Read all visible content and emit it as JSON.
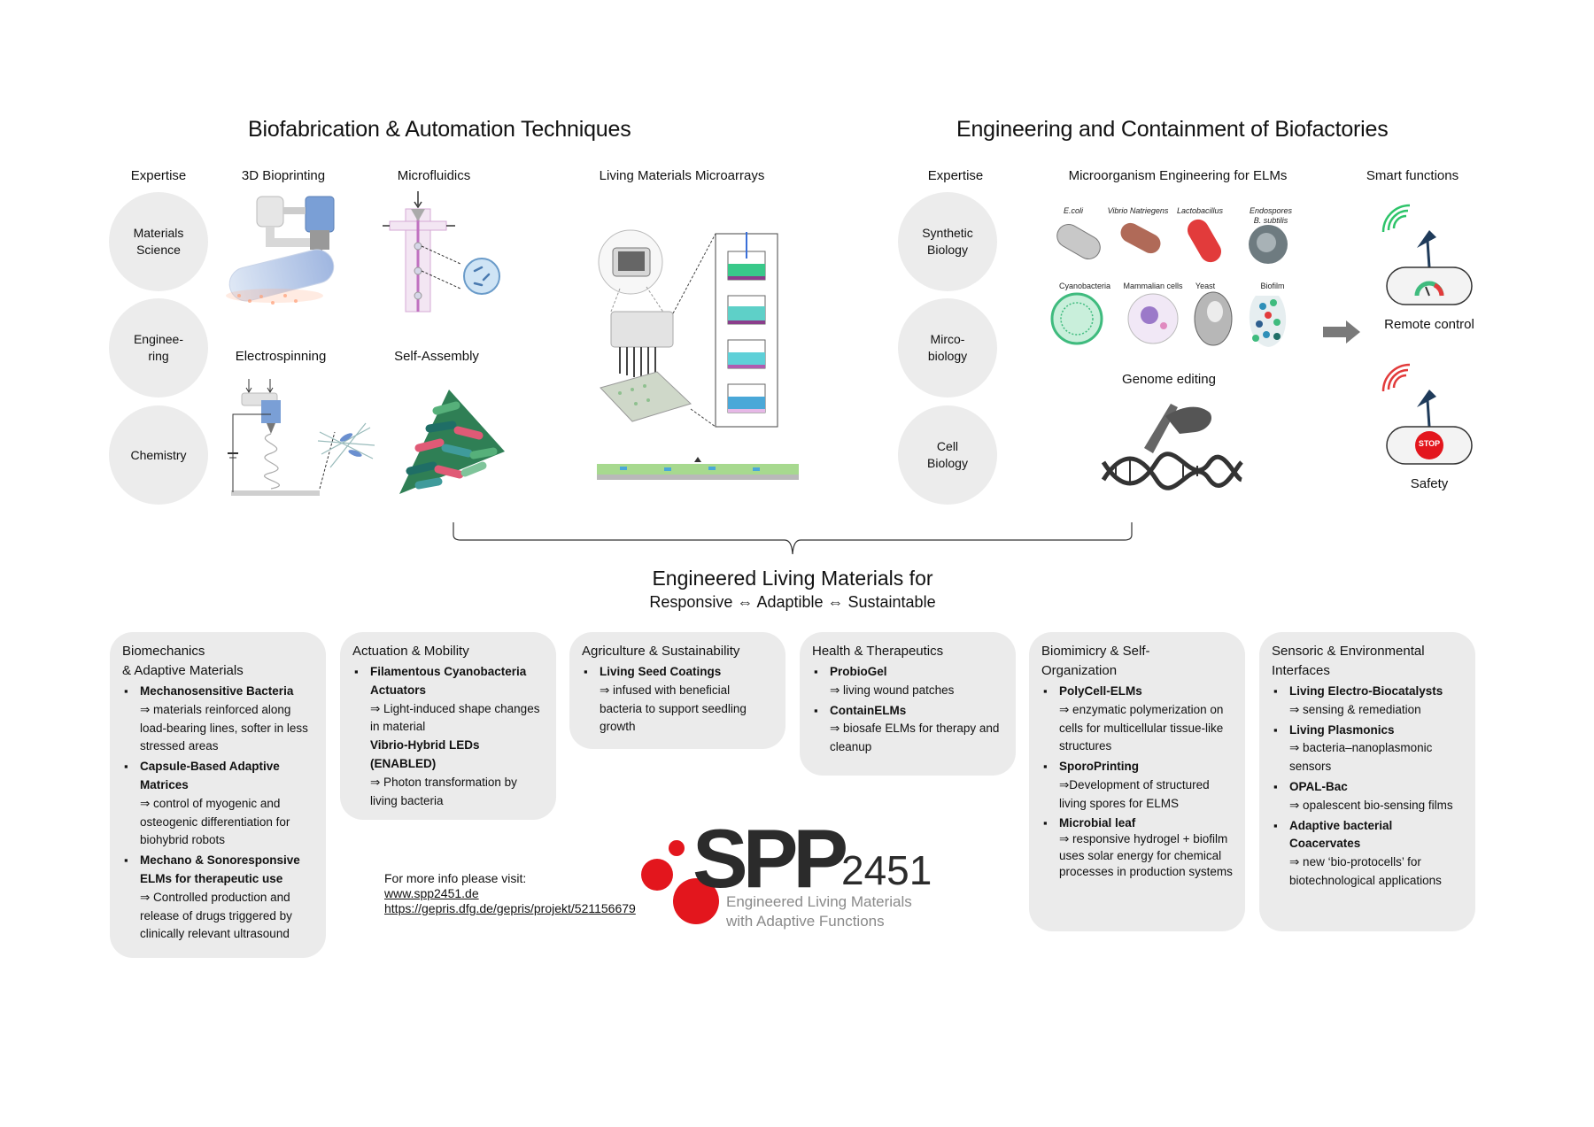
{
  "left_section": {
    "title": "Biofabrication & Automation Techniques",
    "expertise_label": "Expertise",
    "expertise": [
      "Materials\nScience",
      "Enginee-\nring",
      "Chemistry"
    ],
    "techniques": [
      "3D Bioprinting",
      "Microfluidics",
      "Electrospinning",
      "Self-Assembly",
      "Living Materials Microarrays"
    ]
  },
  "right_section": {
    "title": "Engineering and Containment of Biofactories",
    "expertise_label": "Expertise",
    "expertise": [
      "Synthetic\nBiology",
      "Mirco-\nbiology",
      "Cell\nBiology"
    ],
    "microorganism_label": "Microorganism  Engineering for ELMs",
    "organisms": [
      "E.coli",
      "Vibrio Natriegens",
      "Lactobacillus",
      "Endospores",
      "B. subtilis",
      "Cyanobacteria",
      "Mammalian cells",
      "Yeast",
      "Biofilm"
    ],
    "genome_editing": "Genome editing",
    "smart_functions_label": "Smart functions",
    "remote_control": "Remote control",
    "stop_label": "STOP",
    "safety": "Safety"
  },
  "elm": {
    "title": "Engineered Living Materials for",
    "subtitle": "Responsive ⇔ Adaptible ⇔ Sustaintable"
  },
  "cards": [
    {
      "title": "Biomechanics\n& Adaptive Materials",
      "items": [
        {
          "bold": "Mechanosensitive Bacteria",
          "text": "⇒ materials reinforced along load-bearing lines, softer in less stressed areas"
        },
        {
          "bold": "Capsule-Based Adaptive Matrices",
          "text": "⇒ control of myogenic and osteogenic differentiation for biohybrid robots"
        },
        {
          "bold": "Mechano & Sonoresponsive ELMs for therapeutic use",
          "text": "⇒ Controlled production and release of drugs triggered by clinically relevant ultrasound"
        }
      ]
    },
    {
      "title": "Actuation & Mobility",
      "items": [
        {
          "bold": "Filamentous Cyanobacteria Actuators",
          "text": "⇒ Light-induced shape changes in material"
        },
        {
          "bold": "Vibrio-Hybrid LEDs (ENABLED)",
          "text": "⇒ Photon transformation by living bacteria"
        }
      ]
    },
    {
      "title": "Agriculture & Sustainability",
      "items": [
        {
          "bold": "Living Seed Coatings",
          "text": "⇒ infused with beneficial bacteria to support seedling growth"
        }
      ]
    },
    {
      "title": "Health & Therapeutics",
      "items": [
        {
          "bold": "ProbioGel",
          "text": "⇒ living wound patches"
        },
        {
          "bold": "ContainELMs",
          "text": "⇒ biosafe ELMs for therapy and cleanup"
        }
      ]
    },
    {
      "title": "Biomimicry & Self-\nOrganization",
      "items": [
        {
          "bold": "PolyCell-ELMs",
          "text": "⇒ enzymatic polymerization on cells for multicellular tissue-like structures"
        },
        {
          "bold": "SporoPrinting",
          "text": "⇒Development of structured living spores for ELMS"
        },
        {
          "bold": "Microbial leaf",
          "text": "⇒ responsive hydrogel + biofilm uses solar energy for chemical processes in production systems"
        }
      ]
    },
    {
      "title": "Sensoric & Environmental\nInterfaces",
      "items": [
        {
          "bold": "Living Electro-Biocatalysts",
          "text": "⇒ sensing & remediation"
        },
        {
          "bold": "Living Plasmonics",
          "text": "⇒ bacteria–nanoplasmonic sensors"
        },
        {
          "bold": "OPAL-Bac",
          "text": "⇒ opalescent bio-sensing films"
        },
        {
          "bold": "Adaptive bacterial Coacervates",
          "text": "⇒ new ‘bio-protocells’ for biotechnological applications"
        }
      ]
    }
  ],
  "info": {
    "lead": "For more info please visit:",
    "link1": "www.spp2451.de",
    "link2": "https://gepris.dfg.de/gepris/projekt/521156679"
  },
  "logo": {
    "main": "SPP",
    "number": "2451",
    "tagline1": "Engineered Living Materials",
    "tagline2": "with Adaptive Functions"
  },
  "colors": {
    "circle_bg": "#ececec",
    "card_bg": "#ebebeb",
    "logo_red": "#e3161d",
    "logo_dark": "#2b2b2b",
    "logo_gray": "#8a8a8a"
  }
}
